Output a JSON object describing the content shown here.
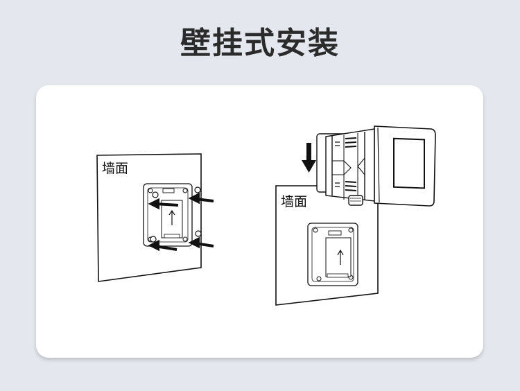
{
  "title": "壁挂式安装",
  "wall_label_left": "墙面",
  "wall_label_right": "墙面",
  "colors": {
    "background": "#e4e8ee",
    "card": "#ffffff",
    "line": "#111111",
    "device_body": "#ffffff"
  }
}
